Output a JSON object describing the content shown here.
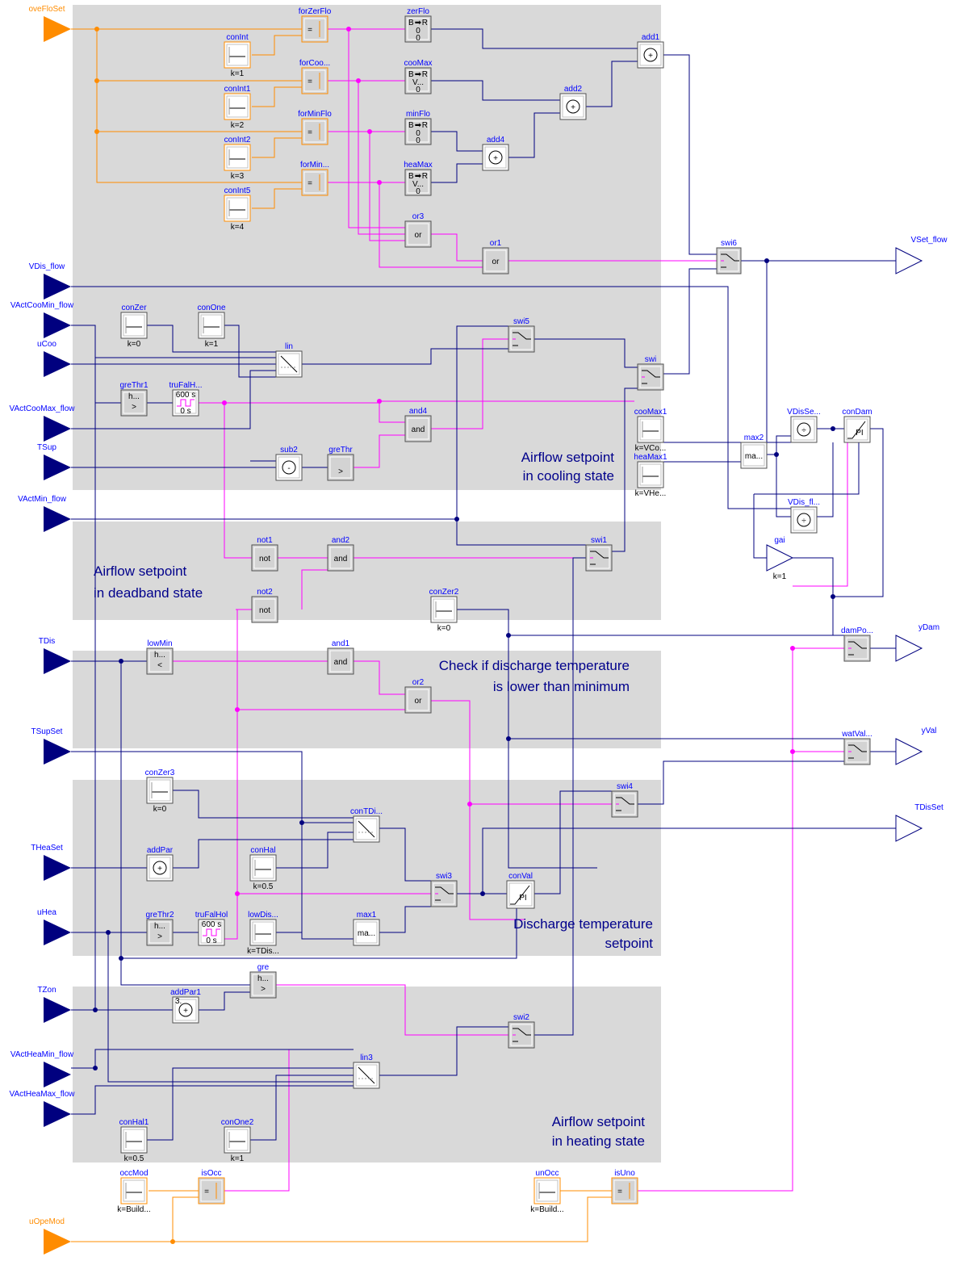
{
  "colors": {
    "region": "#d9d9d9",
    "real_wire": "#00007f",
    "bool_wire": "#ff00ff",
    "int_wire": "#ff8c00",
    "block_name": "#0000ff",
    "note_text": "#00008b"
  },
  "regions": [
    {
      "id": "r1"
    },
    {
      "id": "r2",
      "note": [
        "Airflow setpoint",
        "in cooling state"
      ]
    },
    {
      "id": "r3",
      "note": [
        "Airflow setpoint",
        "in deadband state"
      ]
    },
    {
      "id": "r4",
      "note": [
        "Check if discharge temperature",
        "is lower than minimum"
      ]
    },
    {
      "id": "r5",
      "note": [
        "Discharge temperature",
        "setpoint"
      ]
    },
    {
      "id": "r6",
      "note": [
        "Airflow setpoint",
        "in heating state"
      ]
    }
  ],
  "inputs": [
    {
      "name": "oveFloSet",
      "type": "integer"
    },
    {
      "name": "VDis_flow",
      "type": "real"
    },
    {
      "name": "VActCooMin_flow",
      "type": "real"
    },
    {
      "name": "uCoo",
      "type": "real"
    },
    {
      "name": "VActCooMax_flow",
      "type": "real"
    },
    {
      "name": "TSup",
      "type": "real"
    },
    {
      "name": "VActMin_flow",
      "type": "real"
    },
    {
      "name": "TDis",
      "type": "real"
    },
    {
      "name": "TSupSet",
      "type": "real"
    },
    {
      "name": "THeaSet",
      "type": "real"
    },
    {
      "name": "uHea",
      "type": "real"
    },
    {
      "name": "TZon",
      "type": "real"
    },
    {
      "name": "VActHeaMin_flow",
      "type": "real"
    },
    {
      "name": "VActHeaMax_flow",
      "type": "real"
    },
    {
      "name": "uOpeMod",
      "type": "integer"
    }
  ],
  "outputs": [
    {
      "name": "VSet_flow"
    },
    {
      "name": "yDam"
    },
    {
      "name": "yVal"
    },
    {
      "name": "TDisSet"
    }
  ],
  "blocks": [
    {
      "name": "forZerFlo",
      "kind": "inteq",
      "symbol": "="
    },
    {
      "name": "forCoo...",
      "kind": "inteq",
      "symbol": "="
    },
    {
      "name": "forMinFlo",
      "kind": "inteq",
      "symbol": "="
    },
    {
      "name": "forMin...",
      "kind": "inteq",
      "symbol": "="
    },
    {
      "name": "conInt",
      "kind": "intconst",
      "param": "k=1"
    },
    {
      "name": "conInt1",
      "kind": "intconst",
      "param": "k=2"
    },
    {
      "name": "conInt2",
      "kind": "intconst",
      "param": "k=3"
    },
    {
      "name": "conInt5",
      "kind": "intconst",
      "param": "k=4"
    },
    {
      "name": "zerFlo",
      "kind": "b2r",
      "lines": [
        "0",
        "0"
      ]
    },
    {
      "name": "cooMax",
      "kind": "b2r",
      "lines": [
        "V...",
        "0"
      ]
    },
    {
      "name": "minFlo",
      "kind": "b2r",
      "lines": [
        "0",
        "0"
      ]
    },
    {
      "name": "heaMax",
      "kind": "b2r",
      "lines": [
        "V...",
        "0"
      ]
    },
    {
      "name": "add1",
      "kind": "sum",
      "symbol": "+"
    },
    {
      "name": "add2",
      "kind": "sum",
      "symbol": "+"
    },
    {
      "name": "add4",
      "kind": "sum",
      "symbol": "+"
    },
    {
      "name": "or3",
      "kind": "logic",
      "symbol": "or"
    },
    {
      "name": "or1",
      "kind": "logic",
      "symbol": "or"
    },
    {
      "name": "swi6",
      "kind": "switch"
    },
    {
      "name": "conZer",
      "kind": "const",
      "param": "k=0"
    },
    {
      "name": "conOne",
      "kind": "const",
      "param": "k=1"
    },
    {
      "name": "lin",
      "kind": "line"
    },
    {
      "name": "swi5",
      "kind": "switch"
    },
    {
      "name": "swi",
      "kind": "switch"
    },
    {
      "name": "greThr1",
      "kind": "compare",
      "top": "h...",
      "symbol": ">"
    },
    {
      "name": "truFalH...",
      "kind": "hold",
      "top": "600 s",
      "bottom": "0 s"
    },
    {
      "name": "and4",
      "kind": "logic",
      "symbol": "and"
    },
    {
      "name": "sub2",
      "kind": "sub",
      "symbol": "-"
    },
    {
      "name": "greThr",
      "kind": "compare",
      "top": "",
      "symbol": ">"
    },
    {
      "name": "cooMax1",
      "kind": "const",
      "param": "k=VCo..."
    },
    {
      "name": "heaMax1",
      "kind": "const",
      "param": "k=VHe..."
    },
    {
      "name": "max2",
      "kind": "max",
      "symbol": "ma..."
    },
    {
      "name": "VDisSe...",
      "kind": "div",
      "symbol": "÷"
    },
    {
      "name": "VDis_fl...",
      "kind": "div",
      "symbol": "÷"
    },
    {
      "name": "conDam",
      "kind": "pid",
      "symbol": "PI"
    },
    {
      "name": "gai",
      "kind": "gain",
      "param": "k=1"
    },
    {
      "name": "not1",
      "kind": "logic",
      "symbol": "not"
    },
    {
      "name": "and2",
      "kind": "logic",
      "symbol": "and"
    },
    {
      "name": "swi1",
      "kind": "switch"
    },
    {
      "name": "not2",
      "kind": "logic",
      "symbol": "not"
    },
    {
      "name": "conZer2",
      "kind": "const",
      "param": "k=0"
    },
    {
      "name": "lowMin",
      "kind": "compare",
      "top": "h...",
      "symbol": "<"
    },
    {
      "name": "and1",
      "kind": "logic",
      "symbol": "and"
    },
    {
      "name": "or2",
      "kind": "logic",
      "symbol": "or"
    },
    {
      "name": "damPo...",
      "kind": "switch"
    },
    {
      "name": "watVal...",
      "kind": "switch"
    },
    {
      "name": "conZer3",
      "kind": "const",
      "param": "k=0"
    },
    {
      "name": "conTDi...",
      "kind": "line"
    },
    {
      "name": "swi4",
      "kind": "switch"
    },
    {
      "name": "addPar",
      "kind": "sum",
      "symbol": "+"
    },
    {
      "name": "conHal",
      "kind": "const",
      "param": "k=0.5"
    },
    {
      "name": "swi3",
      "kind": "switch"
    },
    {
      "name": "conVal",
      "kind": "pid",
      "symbol": "PI"
    },
    {
      "name": "greThr2",
      "kind": "compare",
      "top": "h...",
      "symbol": ">"
    },
    {
      "name": "truFalHol",
      "kind": "hold",
      "top": "600 s",
      "bottom": "0 s"
    },
    {
      "name": "lowDis...",
      "kind": "const",
      "param": "k=TDis..."
    },
    {
      "name": "max1",
      "kind": "max",
      "symbol": "ma..."
    },
    {
      "name": "gre",
      "kind": "compare",
      "top": "h...",
      "symbol": ">"
    },
    {
      "name": "addPar1",
      "kind": "sum",
      "symbol": "+",
      "top": "3."
    },
    {
      "name": "swi2",
      "kind": "switch"
    },
    {
      "name": "lin3",
      "kind": "line"
    },
    {
      "name": "conHal1",
      "kind": "const",
      "param": "k=0.5"
    },
    {
      "name": "conOne2",
      "kind": "const",
      "param": "k=1"
    },
    {
      "name": "occMod",
      "kind": "intconst",
      "param": "k=Build..."
    },
    {
      "name": "isOcc",
      "kind": "inteq",
      "symbol": "="
    },
    {
      "name": "unOcc",
      "kind": "intconst",
      "param": "k=Build..."
    },
    {
      "name": "isUno",
      "kind": "inteq",
      "symbol": "="
    }
  ]
}
